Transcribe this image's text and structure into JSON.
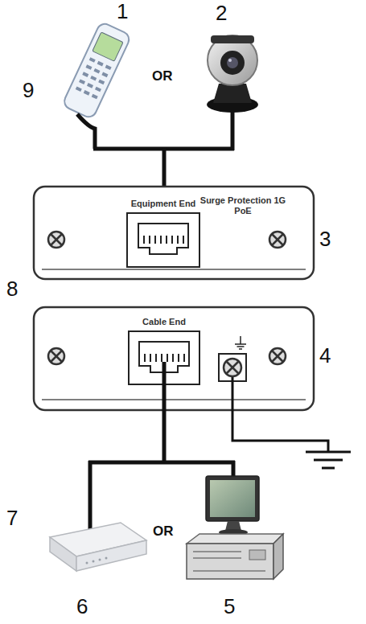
{
  "diagram": {
    "nodes": [
      {
        "text": [
          "Equipment End",
          "Surge Protection 1G PoE"
        ]
      },
      {
        "text": [
          "Cable End"
        ]
      }
    ],
    "labels": [
      "1",
      "2",
      "9",
      "OR",
      "3",
      "8",
      "4",
      "7",
      "OR",
      "6",
      "5"
    ]
  }
}
